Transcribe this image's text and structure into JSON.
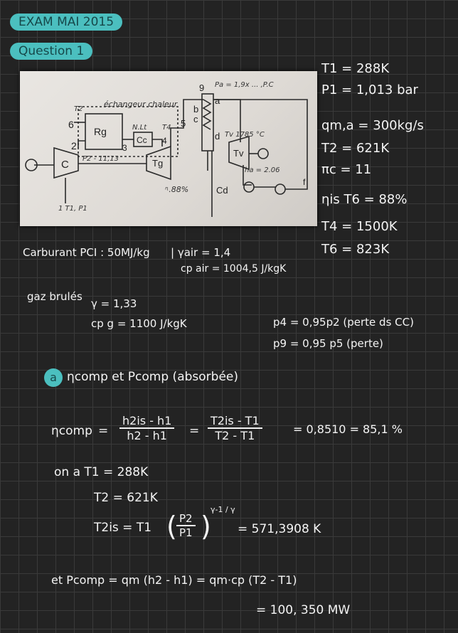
{
  "header": {
    "title": "EXAM MAI 2015",
    "subtitle": "Question 1"
  },
  "diagram": {
    "labels": {
      "n6": "6",
      "n2": "2",
      "n3": "3",
      "n4": "4",
      "n5": "5",
      "n9": "9",
      "na": "a",
      "nb": "b",
      "nc": "c",
      "nd": "d",
      "nf": "f",
      "c": "C",
      "rg": "Rg",
      "cc": "Cc",
      "tg": "Tg",
      "tv": "Tv",
      "cd": "Cd"
    },
    "notes": {
      "echangeur": "échangeur chaleur",
      "p2": "P2 - 11,13",
      "t1p1": "1 T1, P1",
      "eta": "ᶯ.88%",
      "pa": "Pa = 1,9x ... ,P.C",
      "tv": "Tv 1785 °C",
      "ha": "ha = 2.06",
      "t2": "T2",
      "lt": "N.Lt",
      "t4": "T4"
    }
  },
  "given": {
    "T1": "T1 = 288K",
    "P1": "P1 = 1,013 bar",
    "qm": "qm,a = 300kg/s",
    "T2": "T2 = 621K",
    "pi": "πc = 11",
    "eta": "ηis T6 = 88%",
    "T4": "T4 = 1500K",
    "T6": "T6 = 823K"
  },
  "fuel": {
    "line1": "Carburant PCI : 50MJ/kg",
    "gamma_air": "| γair = 1,4",
    "cp_air": "cp air = 1004,5 J/kgK"
  },
  "burnt": {
    "label": "gaz brulés",
    "gamma": "γ = 1,33",
    "cpg": "cp g = 1100 J/kgK",
    "p4": "p4 = 0,95p2 (perte ds CC)",
    "p9": "p9 = 0,95 p5 (perte)"
  },
  "part_a": {
    "letter": "a",
    "title": "ηcomp et Pcomp (absorbée)",
    "eta_lhs": "ηcomp",
    "eq": "=",
    "frac1_num": "h2is - h1",
    "frac1_den": "h2 - h1",
    "frac2_num": "T2is - T1",
    "frac2_den": "T2 - T1",
    "result": "= 0,8510 = 85,1 %",
    "on_a_T1": "on a T1 = 288K",
    "T2": "T2 = 621K",
    "t2is_lhs": "T2is = T1",
    "ratio_num": "P2",
    "ratio_den": "P1",
    "exponent": "γ-1 / γ",
    "t2is_val": "= 571,3908 K",
    "pcomp": "et Pcomp = qm (h2 - h1) = qm·cp (T2 - T1)",
    "pcomp_val": "= 100, 350 MW"
  }
}
